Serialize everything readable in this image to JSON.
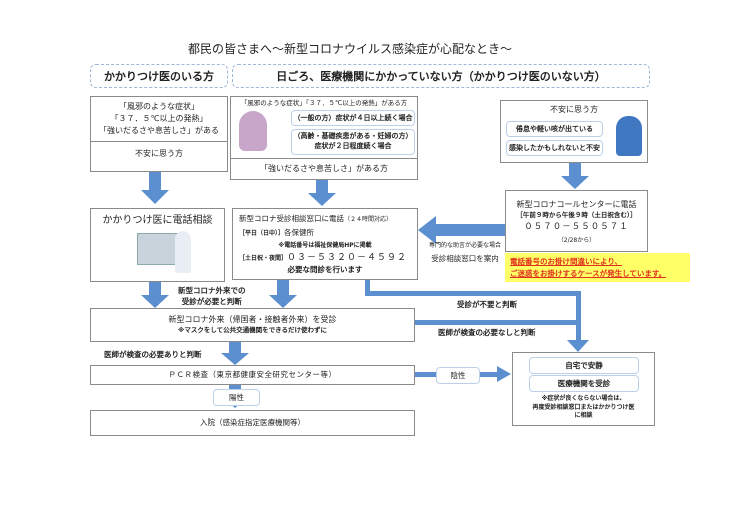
{
  "title": "都民の皆さまへ～新型コロナウイルス感染症が心配なとき～",
  "headers": {
    "left": "かかりつけ医のいる方",
    "right": "日ごろ、医療機関にかかっていない方（かかりつけ医のいない方）"
  },
  "left_symptoms": {
    "lines": [
      "「風邪のような症状」",
      "「３７．５℃以上の発熱」",
      "「強いだるさや息苦しさ」がある"
    ],
    "anxious": "不安に思う方"
  },
  "mid_symptoms": {
    "heading": "「風邪のような症状」「３７．５℃以上の発熱」がある方",
    "case1": "（一般の方）症状が４日以上続く場合",
    "case2a": "（高齢・基礎疾患がある・妊婦の方）",
    "case2b": "症状が２日程度続く場合",
    "bottom": "「強いだるさや息苦しさ」がある方"
  },
  "right_anxious": {
    "heading": "不安に思う方",
    "item1": "倦怠や軽い咳が出ている",
    "item2": "感染したかもしれないと不安"
  },
  "gp_call": "かかりつけ医に電話相談",
  "consult": {
    "title": "新型コロナ受診相談窓口に電話",
    "hours": "（２４時間対応）",
    "weekday_label": "［平日（日中）］",
    "weekday": "各保健所",
    "note": "※電話番号は福祉保健局HPに掲載",
    "weekend_label": "［土日祝・夜間］",
    "phone": "０３－５３２０－４５９２",
    "action": "必要な問診を行います"
  },
  "call_center": {
    "title": "新型コロナコールセンターに電話",
    "hours": "［午前９時から午後９時（土日祝含む）］",
    "phone": "０５７０－５５０５７１",
    "since": "（2/28から）"
  },
  "referral": {
    "line1": "専門的な助言が必要な場合",
    "line2": "受診相談窓口を案内"
  },
  "warning": {
    "line1": "電話番号のお掛け間違いにより、",
    "line2": "ご迷惑をお掛けするケースが発生しています。"
  },
  "need_visit": {
    "line1": "新型コロナ外来での",
    "line2": "受診が必要と判断"
  },
  "no_visit": "受診が不要と判断",
  "no_test": "医師が検査の必要なしと判断",
  "outpatient": {
    "title": "新型コロナ外来（帰国者・接触者外来）を受診",
    "note": "※マスクをして公共交通機関をできるだけ使わずに"
  },
  "test_needed": "医師が検査の必要ありと判断",
  "pcr": "ＰＣＲ検査（東京都健康安全研究センター等）",
  "negative": "陰性",
  "positive": "陽性",
  "hospital": "入院（感染症指定医療機関等）",
  "result": {
    "rest": "自宅で安静",
    "visit": "医療機関を受診",
    "note1": "※症状が良くならない場合は、",
    "note2": "再度受診相談窓口またはかかりつけ医",
    "note3": "に相談"
  },
  "colors": {
    "arrow": "#5b8fd0",
    "warning_bg": "#ffff66",
    "warning_text": "#e0301e"
  }
}
